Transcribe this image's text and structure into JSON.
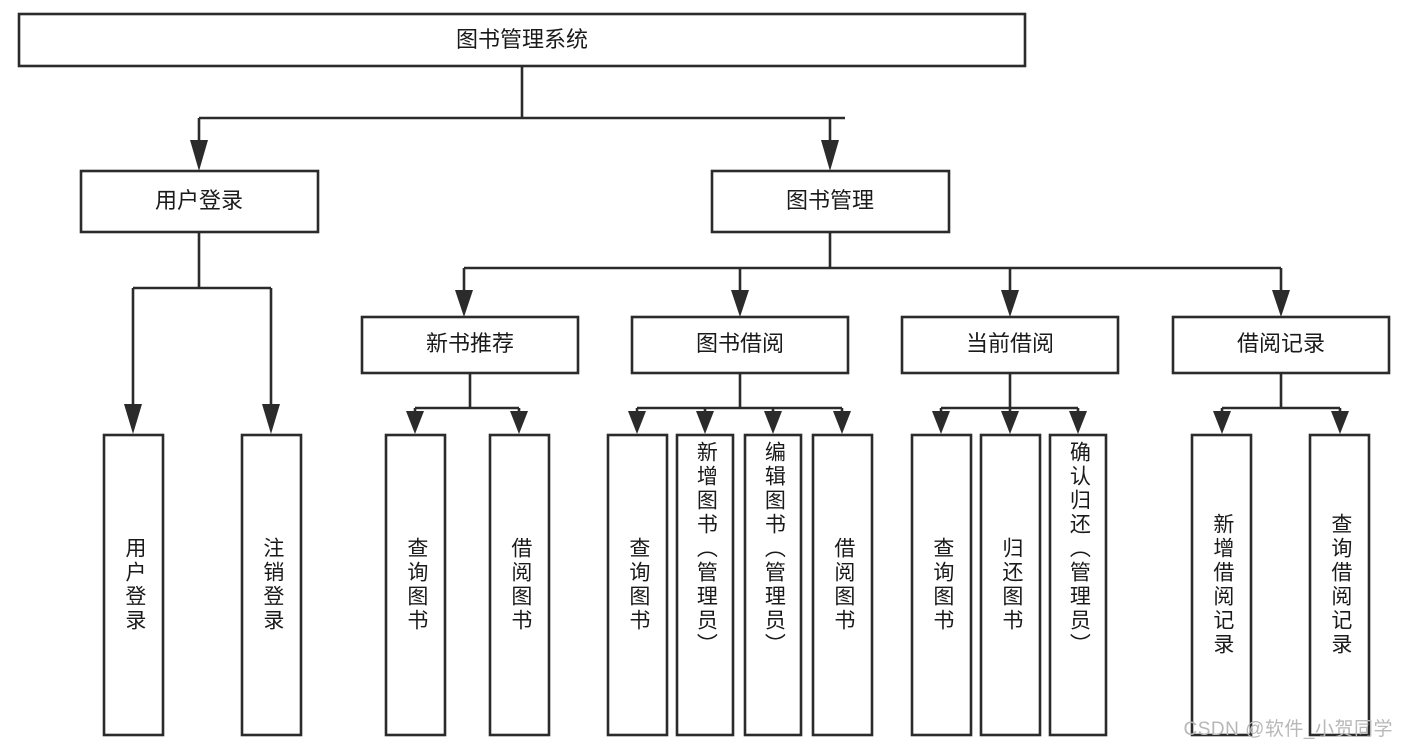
{
  "diagram": {
    "title": "图书管理系统",
    "type": "tree-hierarchy-chart",
    "root": {
      "label": "图书管理系统"
    },
    "level2": [
      {
        "label": "用户登录"
      },
      {
        "label": "图书管理"
      }
    ],
    "level3": [
      {
        "label": "新书推荐"
      },
      {
        "label": "图书借阅"
      },
      {
        "label": "当前借阅"
      },
      {
        "label": "借阅记录"
      }
    ],
    "leaves": {
      "user_login": [
        {
          "label": "用户登录"
        },
        {
          "label": "注销登录"
        }
      ],
      "new_book_recommend": [
        {
          "label": "查询图书"
        },
        {
          "label": "借阅图书"
        }
      ],
      "book_borrow": [
        {
          "label": "查询图书"
        },
        {
          "label": "新增图书（管理员）"
        },
        {
          "label": "编辑图书（管理员）"
        },
        {
          "label": "借阅图书"
        }
      ],
      "current_borrow": [
        {
          "label": "查询图书"
        },
        {
          "label": "归还图书"
        },
        {
          "label": "确认归还（管理员）"
        }
      ],
      "borrow_record": [
        {
          "label": "新增借阅记录"
        },
        {
          "label": "查询借阅记录"
        }
      ]
    },
    "colors": {
      "stroke": "#2b2b2b",
      "fill": "#ffffff",
      "text": "#1a1a1a",
      "watermark": "#b8b8b8"
    }
  },
  "watermark": {
    "text": "CSDN @软件_小贺同学"
  }
}
